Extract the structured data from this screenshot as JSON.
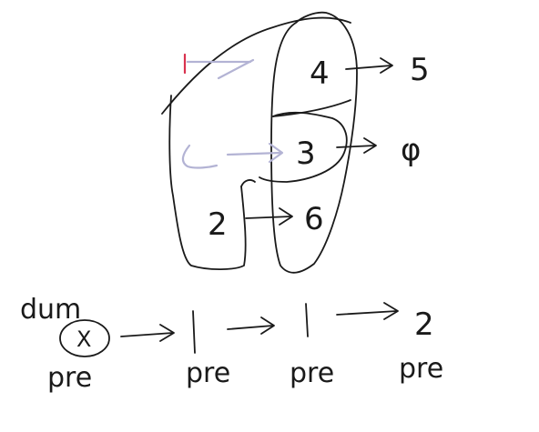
{
  "colors": {
    "ink": "#1a1a1a",
    "pen_arrow": "#b3b3d4",
    "pen_mark": "#d9334f",
    "background": "#ffffff"
  },
  "nodes": {
    "n4": "4",
    "n5": "5",
    "n3": "3",
    "n_null": "φ",
    "n2": "2",
    "n6": "6"
  },
  "list": {
    "dummy_label": "dum",
    "dummy_mark": "X",
    "items": [
      "1",
      "1",
      "2"
    ],
    "pointer_label": "pre"
  }
}
